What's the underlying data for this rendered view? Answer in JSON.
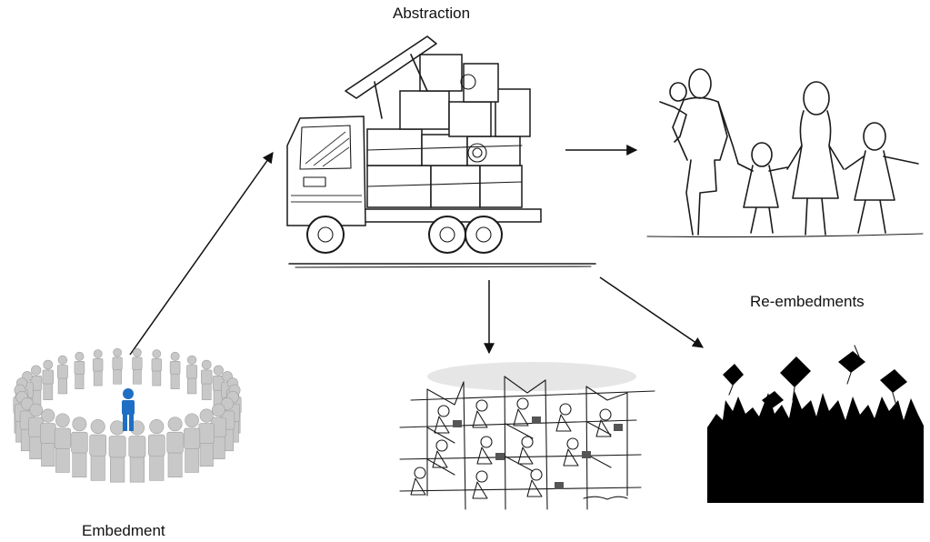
{
  "labels": {
    "abstraction": "Abstraction",
    "reembedments": "Re-embedments",
    "embedment": "Embedment"
  },
  "colors": {
    "arrow": "#111111",
    "highlight_person": "#1e6fc4",
    "figure_gray": "#c8c8c8",
    "silhouette": "#000000"
  },
  "illustrations": [
    "people-circle",
    "moving-truck",
    "family-line-drawing",
    "office-cubicles-cartoon",
    "graduation-silhouette"
  ]
}
